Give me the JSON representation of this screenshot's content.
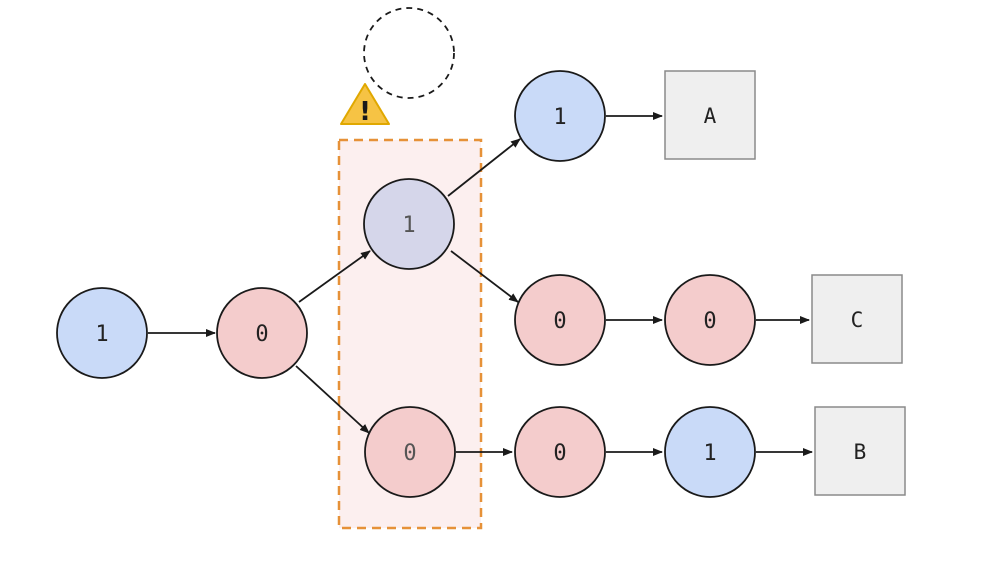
{
  "colors": {
    "one_node_fill": "#c9daf8",
    "zero_node_fill": "#f4cccc",
    "uncertain_node_fill": "#d5d6ea",
    "node_stroke": "#1a1a1a",
    "box_fill": "#efefef",
    "box_stroke": "#8a8a8a",
    "highlight_fill": "#fcefef",
    "highlight_stroke": "#e69138",
    "warning_fill": "#f6c344"
  },
  "nodes": [
    {
      "id": "n1",
      "label": "1",
      "kind": "one"
    },
    {
      "id": "n2",
      "label": "0",
      "kind": "zero"
    },
    {
      "id": "n3",
      "label": "1",
      "kind": "uncertain"
    },
    {
      "id": "n4",
      "label": "0",
      "kind": "zero-faded"
    },
    {
      "id": "n5",
      "label": "1",
      "kind": "one"
    },
    {
      "id": "n6",
      "label": "0",
      "kind": "zero"
    },
    {
      "id": "n7",
      "label": "0",
      "kind": "zero"
    },
    {
      "id": "n8",
      "label": "0",
      "kind": "zero"
    },
    {
      "id": "n9",
      "label": "1",
      "kind": "one"
    }
  ],
  "outputs": [
    {
      "id": "A",
      "label": "A"
    },
    {
      "id": "C",
      "label": "C"
    },
    {
      "id": "B",
      "label": "B"
    }
  ],
  "warning": {
    "icon": "warning-triangle-icon",
    "glyph": "!"
  },
  "placeholder": {
    "icon": "empty-dashed-circle"
  }
}
